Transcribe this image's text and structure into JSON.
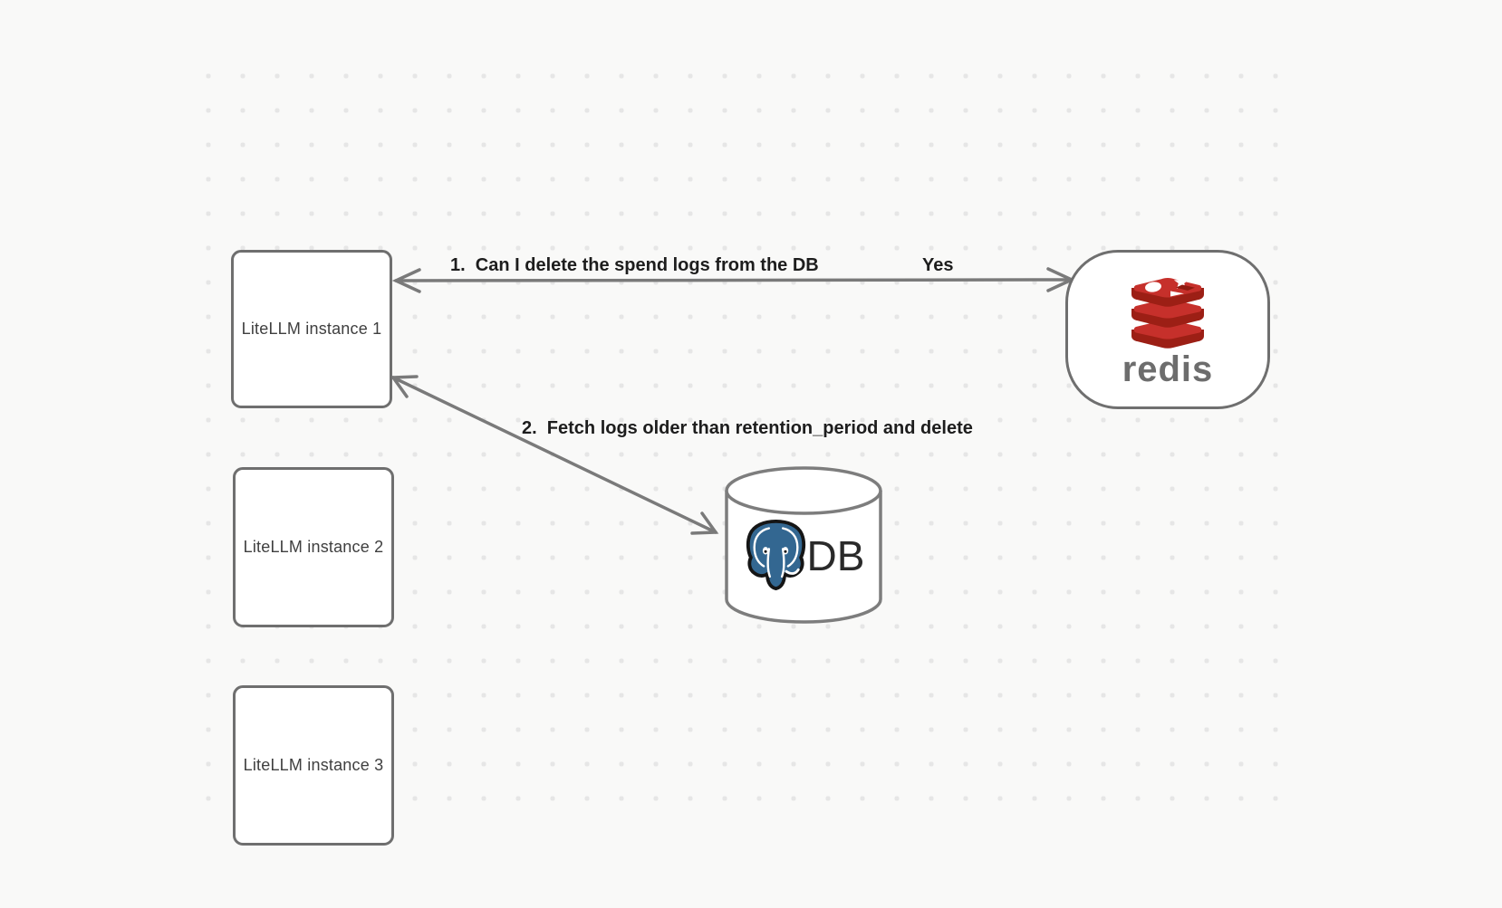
{
  "diagram": {
    "instances": [
      {
        "label": "LiteLLM instance 1"
      },
      {
        "label": "LiteLLM instance 2"
      },
      {
        "label": "LiteLLM instance 3"
      }
    ],
    "redis": {
      "wordmark": "redis"
    },
    "database": {
      "label": "DB"
    },
    "arrows": {
      "arrow1": {
        "question": "1.  Can I delete the spend logs from the DB",
        "answer": "Yes"
      },
      "arrow2": {
        "label": "2.  Fetch logs older than retention_period and delete"
      }
    },
    "colors": {
      "background": "#f9f9f8",
      "grid_dot": "#e6e6e6",
      "shape_stroke": "#6f6f6f",
      "arrow_stroke": "#7a7a7a",
      "edge_label_text": "#1d1d1d",
      "node_label_text": "#3f3f3f",
      "redis_red": "#c6302b",
      "redis_dark_red": "#9c1f15",
      "redis_wordmark_gray": "#6d6d6d",
      "postgres_blue": "#336791",
      "db_text": "#2a2a2a"
    }
  }
}
